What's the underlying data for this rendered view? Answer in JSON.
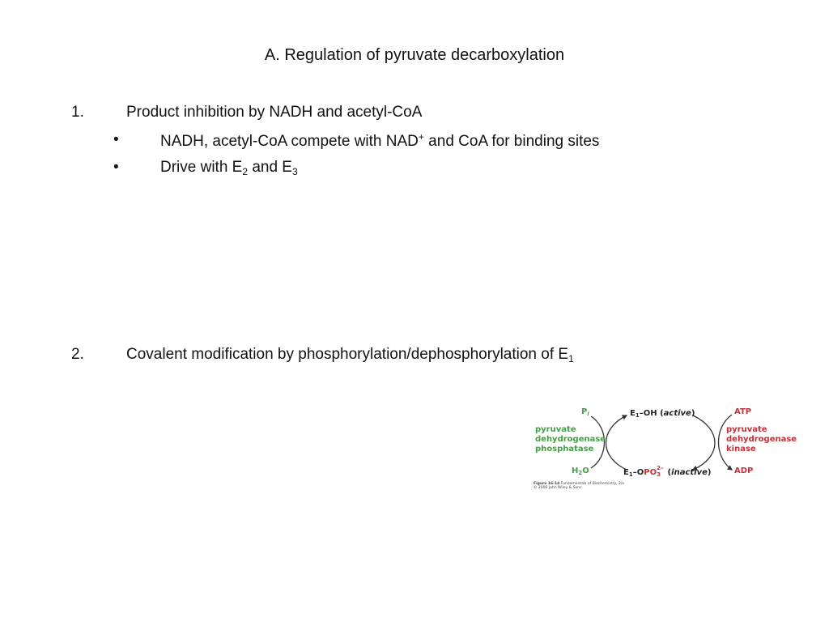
{
  "title": "A.  Regulation of pyruvate decarboxylation",
  "item1": {
    "number": "1.",
    "text": "Product inhibition by NADH and acetyl-CoA",
    "bullets": [
      {
        "marker": "•",
        "text_a": "NADH, acetyl-CoA compete with NAD",
        "sup": "+",
        "text_b": " and CoA for binding sites"
      },
      {
        "marker": "•",
        "text_a": "Drive with E",
        "sub1": "2",
        "text_b": " and E",
        "sub2": "3"
      }
    ]
  },
  "item2": {
    "number": "2.",
    "text_a": "Covalent modification by phosphorylation/dephosphorylation of E",
    "sub": "1"
  },
  "figure": {
    "left": {
      "pi_main": "P",
      "pi_sub": "i",
      "enzyme_lines": [
        "pyruvate",
        "dehydrogenase",
        "phosphatase"
      ],
      "h2o_main": "H",
      "h2o_sub": "2",
      "h2o_end": "O"
    },
    "center": {
      "top_e": "E",
      "top_sub": "1",
      "top_rest": "–OH (",
      "top_italic": "active",
      "top_close": ")",
      "bottom_e": "E",
      "bottom_sub": "1",
      "bottom_o": "–O",
      "bottom_po": "PO",
      "bottom_sup": "2–",
      "bottom_sub3": "3",
      "bottom_open": " (",
      "bottom_italic": "inactive",
      "bottom_close": ")"
    },
    "right": {
      "atp": "ATP",
      "enzyme_lines": [
        "pyruvate",
        "dehydrogenase",
        "kinase"
      ],
      "adp": "ADP"
    },
    "caption": {
      "line1_bold": "Figure 16-14",
      "line1_rest": "  Fundamentals of Biochemistry, 2/e",
      "line2": "© 2006 John Wiley & Sons"
    }
  }
}
